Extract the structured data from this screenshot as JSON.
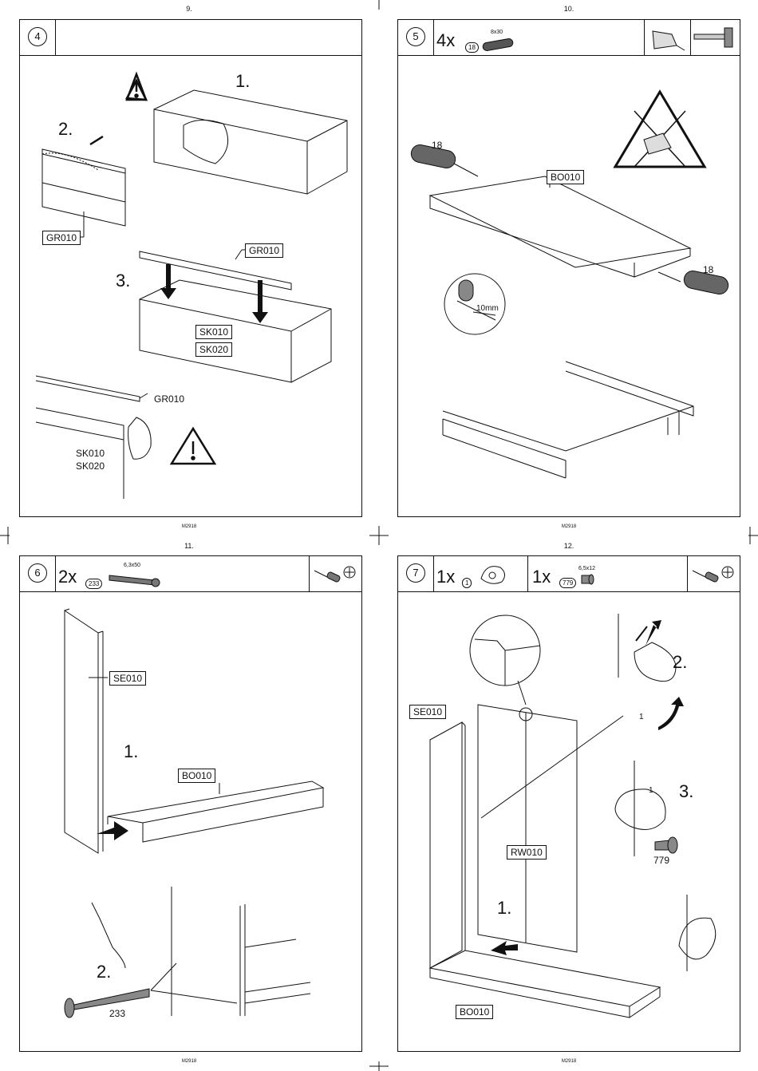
{
  "pages": [
    {
      "page_number": "9.",
      "footer": "M2918",
      "step": "4",
      "steps": [
        "1.",
        "2.",
        "3."
      ],
      "labels": [
        "GR010",
        "GR010",
        "SK010",
        "SK020",
        "GR010"
      ],
      "plain_labels": [
        "SK010",
        "SK020"
      ]
    },
    {
      "page_number": "10.",
      "footer": "M2918",
      "step": "5",
      "parts": [
        {
          "qty": "4x",
          "code": "18",
          "dim": "8x30"
        }
      ],
      "labels": [
        "BO010"
      ],
      "plain_labels": [
        "18",
        "18",
        "10mm"
      ]
    },
    {
      "page_number": "11.",
      "footer": "M2918",
      "step": "6",
      "parts": [
        {
          "qty": "2x",
          "code": "233",
          "dim": "6,3x50"
        }
      ],
      "steps": [
        "1.",
        "2."
      ],
      "labels": [
        "SE010",
        "BO010"
      ],
      "plain_labels": [
        "233"
      ]
    },
    {
      "page_number": "12.",
      "footer": "M2918",
      "step": "7",
      "parts": [
        {
          "qty": "1x",
          "code": "1",
          "dim": ""
        },
        {
          "qty": "1x",
          "code": "779",
          "dim": "6,5x12"
        }
      ],
      "steps": [
        "2.",
        "3.",
        "1."
      ],
      "labels": [
        "SE010",
        "RW010",
        "BO010"
      ],
      "plain_labels": [
        "1",
        "1",
        "779"
      ]
    }
  ],
  "icons": {
    "warning": "warning-triangle-icon",
    "no_glue": "no-glue-icon",
    "glue_bottle": "glue-bottle-icon",
    "hammer": "hammer-icon",
    "screwdriver": "screwdriver-icon",
    "pozi_bit": "pozidriv-icon"
  }
}
